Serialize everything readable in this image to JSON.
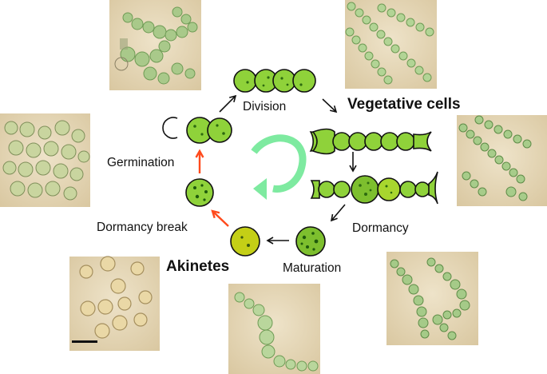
{
  "labels": {
    "division": "Division",
    "vegetative_cells": "Vegetative cells",
    "germination": "Germination",
    "dormancy_break": "Dormancy break",
    "dormancy": "Dormancy",
    "maturation": "Maturation",
    "akinetes": "Akinetes"
  },
  "photos": [
    {
      "id": "photo-dividing-filaments"
    },
    {
      "id": "photo-vegetative-filaments-top"
    },
    {
      "id": "photo-akinete-cluster"
    },
    {
      "id": "photo-vegetative-filaments-right"
    },
    {
      "id": "photo-akinetes-with-scale-bar"
    },
    {
      "id": "photo-maturing-filament"
    },
    {
      "id": "photo-dormant-filaments"
    }
  ],
  "colors": {
    "cell_fill": "#8fd23a",
    "akinete_fill": "#c4cf16",
    "mature_fill": "#7dbf2e",
    "outline": "#111111",
    "cycle_arrow": "#7eeaa0",
    "reactivation_arrow": "#ff4a1c",
    "photo_bg": "#e9dcc0"
  }
}
